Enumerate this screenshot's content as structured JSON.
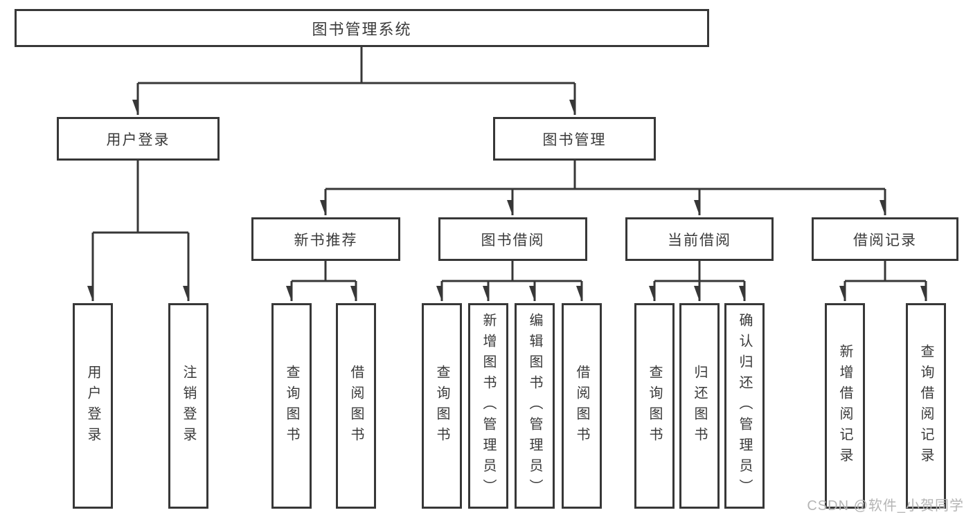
{
  "diagram": {
    "root": {
      "label": "图书管理系统"
    },
    "level2": {
      "user_login": {
        "label": "用户登录"
      },
      "book_management": {
        "label": "图书管理"
      }
    },
    "level3": {
      "new_book_recommend": {
        "label": "新书推荐"
      },
      "book_borrowing": {
        "label": "图书借阅"
      },
      "current_borrowing": {
        "label": "当前借阅"
      },
      "borrowing_records": {
        "label": "借阅记录"
      }
    },
    "leaves": {
      "user_login_children": [
        "用户登录",
        "注销登录"
      ],
      "new_book_recommend_children": [
        "查询图书",
        "借阅图书"
      ],
      "book_borrowing_children": [
        "查询图书",
        "新增图书（管理员）",
        "编辑图书（管理员）",
        "借阅图书"
      ],
      "current_borrowing_children": [
        "查询图书",
        "归还图书",
        "确认归还（管理员）"
      ],
      "borrowing_records_children": [
        "新增借阅记录",
        "查询借阅记录"
      ]
    },
    "line_color": "#373737",
    "text_color": "#3a3a3a",
    "background_color": "#ffffff"
  },
  "watermark": {
    "text": "CSDN @软件_小贺同学",
    "color": "#b5b5b5"
  }
}
